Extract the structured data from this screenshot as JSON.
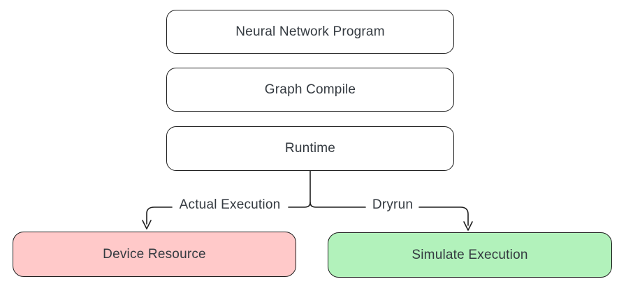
{
  "diagram": {
    "type": "flowchart",
    "nodes": [
      {
        "id": "neural-network-program",
        "label": "Neural Network Program",
        "fill": "#ffffff"
      },
      {
        "id": "graph-compile",
        "label": "Graph Compile",
        "fill": "#ffffff"
      },
      {
        "id": "runtime",
        "label": "Runtime",
        "fill": "#ffffff"
      },
      {
        "id": "device-resource",
        "label": "Device Resource",
        "fill": "#ffc9c9"
      },
      {
        "id": "simulate-execution",
        "label": "Simulate Execution",
        "fill": "#b2f2bb"
      }
    ],
    "edges": [
      {
        "from": "runtime",
        "to": "device-resource",
        "label": "Actual Execution",
        "arrow": "down"
      },
      {
        "from": "runtime",
        "to": "simulate-execution",
        "label": "Dryrun",
        "arrow": "down"
      }
    ],
    "colors": {
      "stroke": "#1e1e1e",
      "text": "#343a40",
      "background": "#ffffff",
      "device_resource_fill": "#ffc9c9",
      "simulate_execution_fill": "#b2f2bb"
    }
  }
}
